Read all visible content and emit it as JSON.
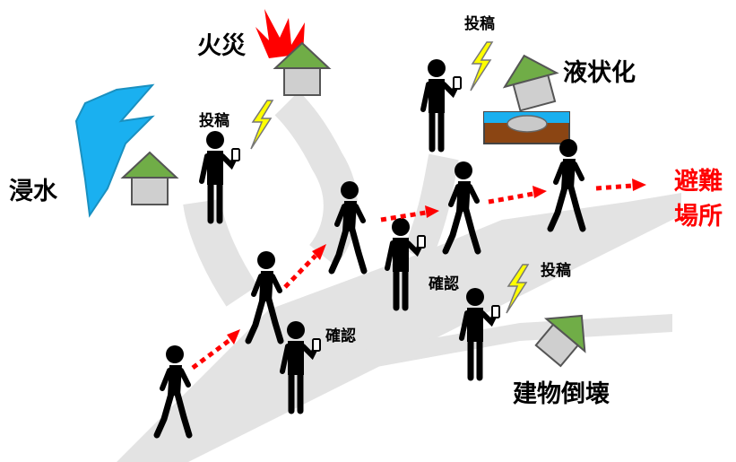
{
  "disasters": {
    "fire": "火災",
    "flood": "浸水",
    "liquefaction": "液状化",
    "collapse": "建物倒壊"
  },
  "actions": {
    "post_1": "投稿",
    "post_2": "投稿",
    "post_3": "投稿",
    "confirm_1": "確認",
    "confirm_2": "確認"
  },
  "destination": {
    "line1": "避難",
    "line2": "場所"
  },
  "colors": {
    "road": "#e3e3e3",
    "roof": "#70ad47",
    "house_body": "#cfcfcf",
    "water": "#1ab0f0",
    "fire": "#ff0000",
    "lightning": "#ffff00",
    "soil": "#8b4513",
    "arrow": "#ff0000",
    "destination_text": "#ff0000"
  },
  "icons": [
    "person-icon",
    "smartphone-icon",
    "lightning-icon",
    "house-icon",
    "fire-icon",
    "water-splash-icon",
    "liquefaction-icon",
    "collapsed-house-icon",
    "dotted-arrow-icon"
  ]
}
